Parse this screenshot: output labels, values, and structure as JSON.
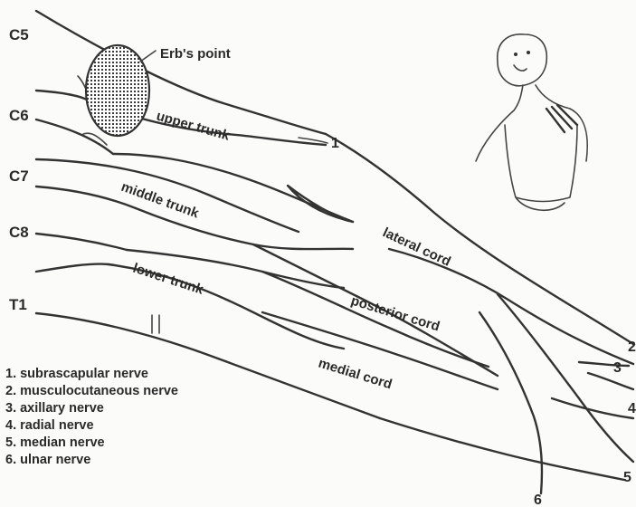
{
  "roots": [
    "C5",
    "C6",
    "C7",
    "C8",
    "T1"
  ],
  "erbs_point": "Erb's point",
  "trunks": {
    "upper": "upper trunk",
    "middle": "middle trunk",
    "lower": "lower trunk"
  },
  "cords": {
    "lateral": "lateral cord",
    "posterior": "posterior cord",
    "medial": "medial cord"
  },
  "nerve_numbers": [
    "1",
    "2",
    "3",
    "4",
    "5",
    "6"
  ],
  "legend": [
    "1.  subrascapular nerve",
    "2.  musculocutaneous nerve",
    "3.  axillary nerve",
    "4.  radial nerve",
    "5.  median nerve",
    "6.  ulnar nerve"
  ]
}
